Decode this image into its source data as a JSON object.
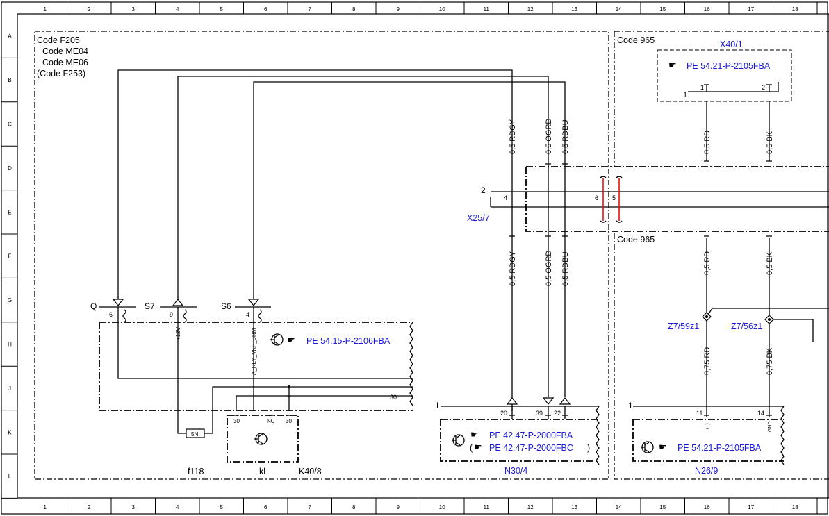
{
  "grid": {
    "columns": [
      "1",
      "2",
      "3",
      "4",
      "5",
      "6",
      "7",
      "8",
      "9",
      "10",
      "11",
      "12",
      "13",
      "14",
      "15",
      "16",
      "17",
      "18"
    ],
    "rows": [
      "A",
      "B",
      "C",
      "D",
      "E",
      "F",
      "G",
      "H",
      "J",
      "K",
      "L"
    ]
  },
  "codes": {
    "left": [
      "Code F205",
      "Code ME04",
      "Code ME06",
      "(Code F253)"
    ],
    "right_top": "Code 965",
    "right_bottom": "Code 965"
  },
  "components": {
    "x40_1": {
      "id": "X40/1",
      "ref": "PE 54.21-P-2105FBA",
      "pin_main": "1",
      "pin1": "1",
      "pin2": "2"
    },
    "x25_7": {
      "id": "X25/7",
      "pin_main": "2",
      "pin4": "4",
      "pin6": "6",
      "pin5": "5"
    },
    "module_left": {
      "ref": "PE 54.15-P-2106FBA",
      "q": "Q",
      "s7": "S7",
      "s6": "S6",
      "pin6": "6",
      "pin9": "9",
      "pin4": "4",
      "sig_12v": "+12V",
      "sig_brm": "A_RLY_VKP_BRM",
      "pin30": "30"
    },
    "relay": {
      "pin30a": "30",
      "pinnc": "NC",
      "pin30b": "30",
      "fuse": "5N"
    },
    "bottom_labels": {
      "f118": "f118",
      "kl": "kl",
      "k40": "K40/8"
    },
    "n30_4": {
      "id": "N30/4",
      "pin_main": "1",
      "ref1": "PE 42.47-P-2000FBA",
      "ref2": "PE 42.47-P-2000FBC",
      "close": ")",
      "open": "(",
      "pin20": "20",
      "pin39": "39",
      "pin22": "22"
    },
    "n26_9": {
      "id": "N26/9",
      "pin_main": "1",
      "ref": "PE 54.21-P-2105FBA",
      "pin11": "11",
      "pin14": "14",
      "sig11": "(+)",
      "sig14": "GND"
    },
    "z7_59": "Z7/59z1",
    "z7_56": "Z7/56z1"
  },
  "wires": {
    "rdgy": "0,5 RDGY",
    "ogrd": "0,5 OGRD",
    "rdbu": "0,5 RDBU",
    "rd": "0,5 RD",
    "bk": "0,5 BK",
    "rd075": "0,75 RD",
    "bk075": "0,75 BK"
  }
}
